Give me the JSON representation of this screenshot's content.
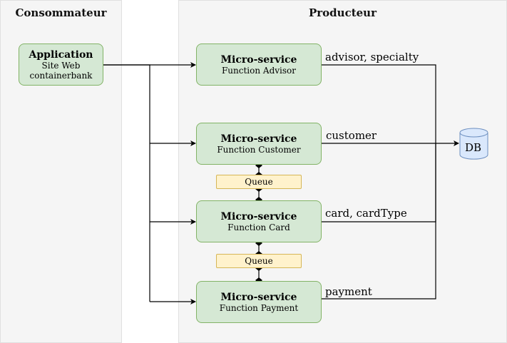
{
  "consumer": {
    "title": "Consommateur"
  },
  "producer": {
    "title": "Producteur"
  },
  "application": {
    "title": "Application",
    "line1": "Site Web",
    "line2": "containerbank"
  },
  "services": [
    {
      "title": "Micro-service",
      "subtitle": "Function Advisor",
      "edge_label": "advisor, specialty"
    },
    {
      "title": "Micro-service",
      "subtitle": "Function Customer",
      "edge_label": "customer"
    },
    {
      "title": "Micro-service",
      "subtitle": "Function Card",
      "edge_label": "card, cardType"
    },
    {
      "title": "Micro-service",
      "subtitle": "Function Payment",
      "edge_label": "payment"
    }
  ],
  "queues": [
    {
      "label": "Queue"
    },
    {
      "label": "Queue"
    }
  ],
  "database": {
    "label": "DB"
  },
  "colors": {
    "service_fill": "#d5e8d4",
    "service_stroke": "#82b366",
    "queue_fill": "#fff2cc",
    "queue_stroke": "#d6b656",
    "db_fill": "#dae8fc",
    "db_stroke": "#6c8ebf",
    "panel_fill": "#f5f5f5"
  }
}
